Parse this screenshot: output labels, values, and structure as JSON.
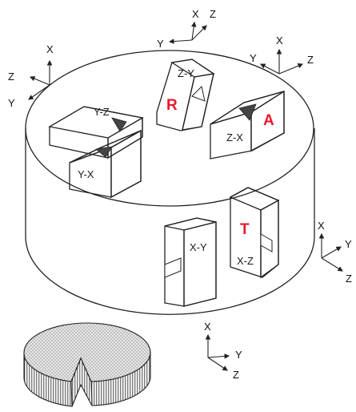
{
  "specimens": [
    {
      "id": "R",
      "orientation": "Z-Y"
    },
    {
      "id": "A",
      "orientation": "Z-X"
    },
    {
      "id": "T",
      "orientation": "X-Z"
    },
    {
      "id": "",
      "orientation": "Y-Z"
    },
    {
      "id": "",
      "orientation": "Y-X"
    },
    {
      "id": "",
      "orientation": "X-Y"
    }
  ],
  "axes": {
    "x": "X",
    "y": "Y",
    "z": "Z"
  },
  "colors": {
    "highlight": "#e8192c",
    "line": "#222222",
    "shade": "#bdbdbd"
  }
}
